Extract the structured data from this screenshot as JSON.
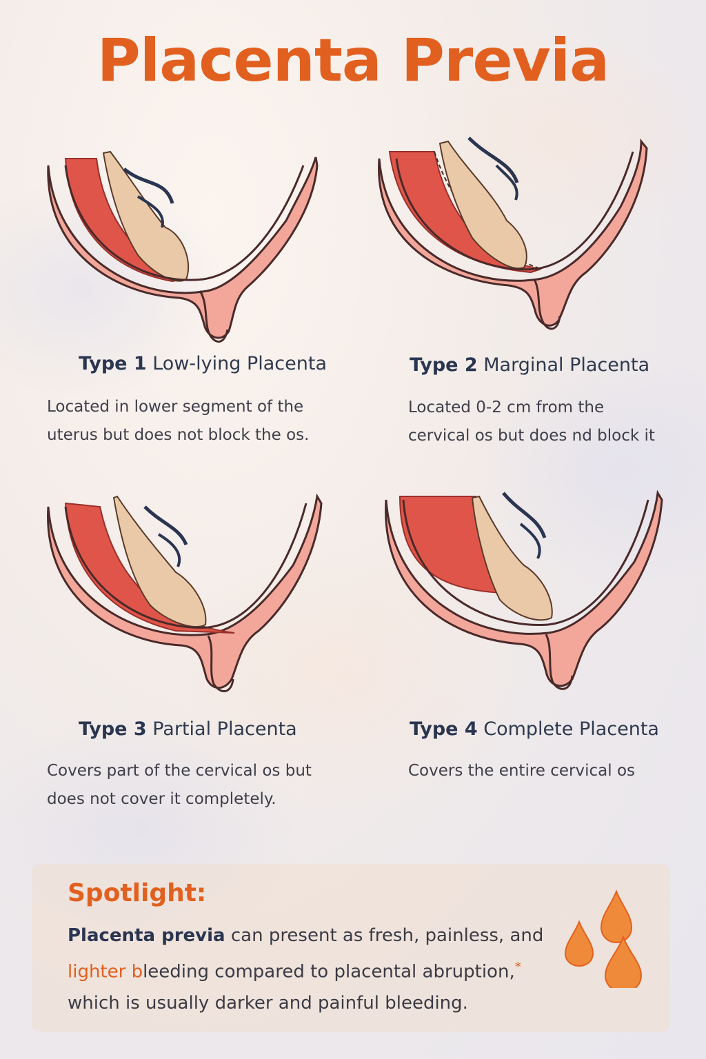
{
  "title": "Placenta Previa",
  "types": [
    {
      "num_label": "Type 1",
      "name": "Low-lying Placenta",
      "desc_line1": "Located in lower segment of the",
      "desc_line2": "uterus but does not block the os."
    },
    {
      "num_label": "Type 2",
      "name": "Marginal Placenta",
      "desc_line1": "Located 0-2 cm from the",
      "desc_line2": "cervical os but does nd block it"
    },
    {
      "num_label": "Type 3",
      "name": "Partial Placenta",
      "desc_line1": "Covers part of the cervical os but",
      "desc_line2": "does not cover it completely."
    },
    {
      "num_label": "Type 4",
      "name": "Complete Placenta",
      "desc_line1": "Covers the entire cervical os",
      "desc_line2": ""
    }
  ],
  "spotlight": {
    "heading": "Spotlight:",
    "bold_lead": "Placenta previa",
    "text1": " can present as fresh, painless, and",
    "orange_word": "lighter b",
    "text2": "leeding compared to placental abruption,",
    "star": "*",
    "text3": "which is usually darker and painful bleeding."
  },
  "colors": {
    "accent": "#e2601f",
    "heading_navy": "#2a3550",
    "uterus_pink": "#f2a79a",
    "placenta_red": "#e0554a",
    "fetus_beige": "#e9c9a8"
  },
  "icons": [
    "uterus-illustration",
    "blood-drop-icon"
  ]
}
